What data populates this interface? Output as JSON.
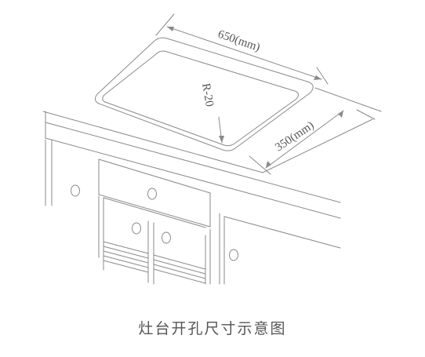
{
  "diagram": {
    "dimension_width": "650(mm)",
    "dimension_depth": "350(mm)",
    "corner_radius": "R-20",
    "caption": "灶台开孔尺寸示意图"
  },
  "colors": {
    "line": "#8a8a8a",
    "text": "#555555",
    "background": "#ffffff"
  }
}
